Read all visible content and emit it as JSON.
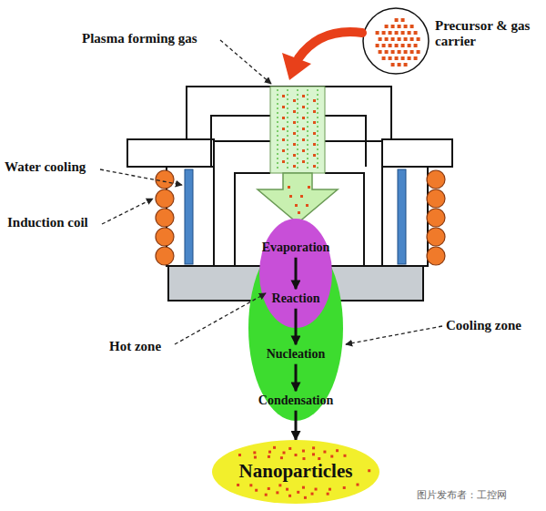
{
  "diagram": {
    "nodes": [
      {
        "text": [
          "Evaporation"
        ]
      },
      {
        "text": [
          "Reaction"
        ]
      },
      {
        "text": [
          "Nucleation"
        ]
      },
      {
        "text": [
          "Condensation"
        ]
      },
      {
        "text": [
          "Nanoparticles"
        ]
      }
    ],
    "edges": [
      {
        "from": 0,
        "to": 1,
        "arrow": "to"
      },
      {
        "from": 1,
        "to": 2,
        "arrow": "to"
      },
      {
        "from": 2,
        "to": 3,
        "arrow": "to"
      },
      {
        "from": 3,
        "to": 4,
        "arrow": "to"
      }
    ],
    "labels": [
      "Plasma forming gas",
      "Precursor & gas carrier",
      "Water cooling",
      "Induction coil",
      "Hot zone",
      "Cooling zone",
      "图片发布者：工控网"
    ]
  }
}
